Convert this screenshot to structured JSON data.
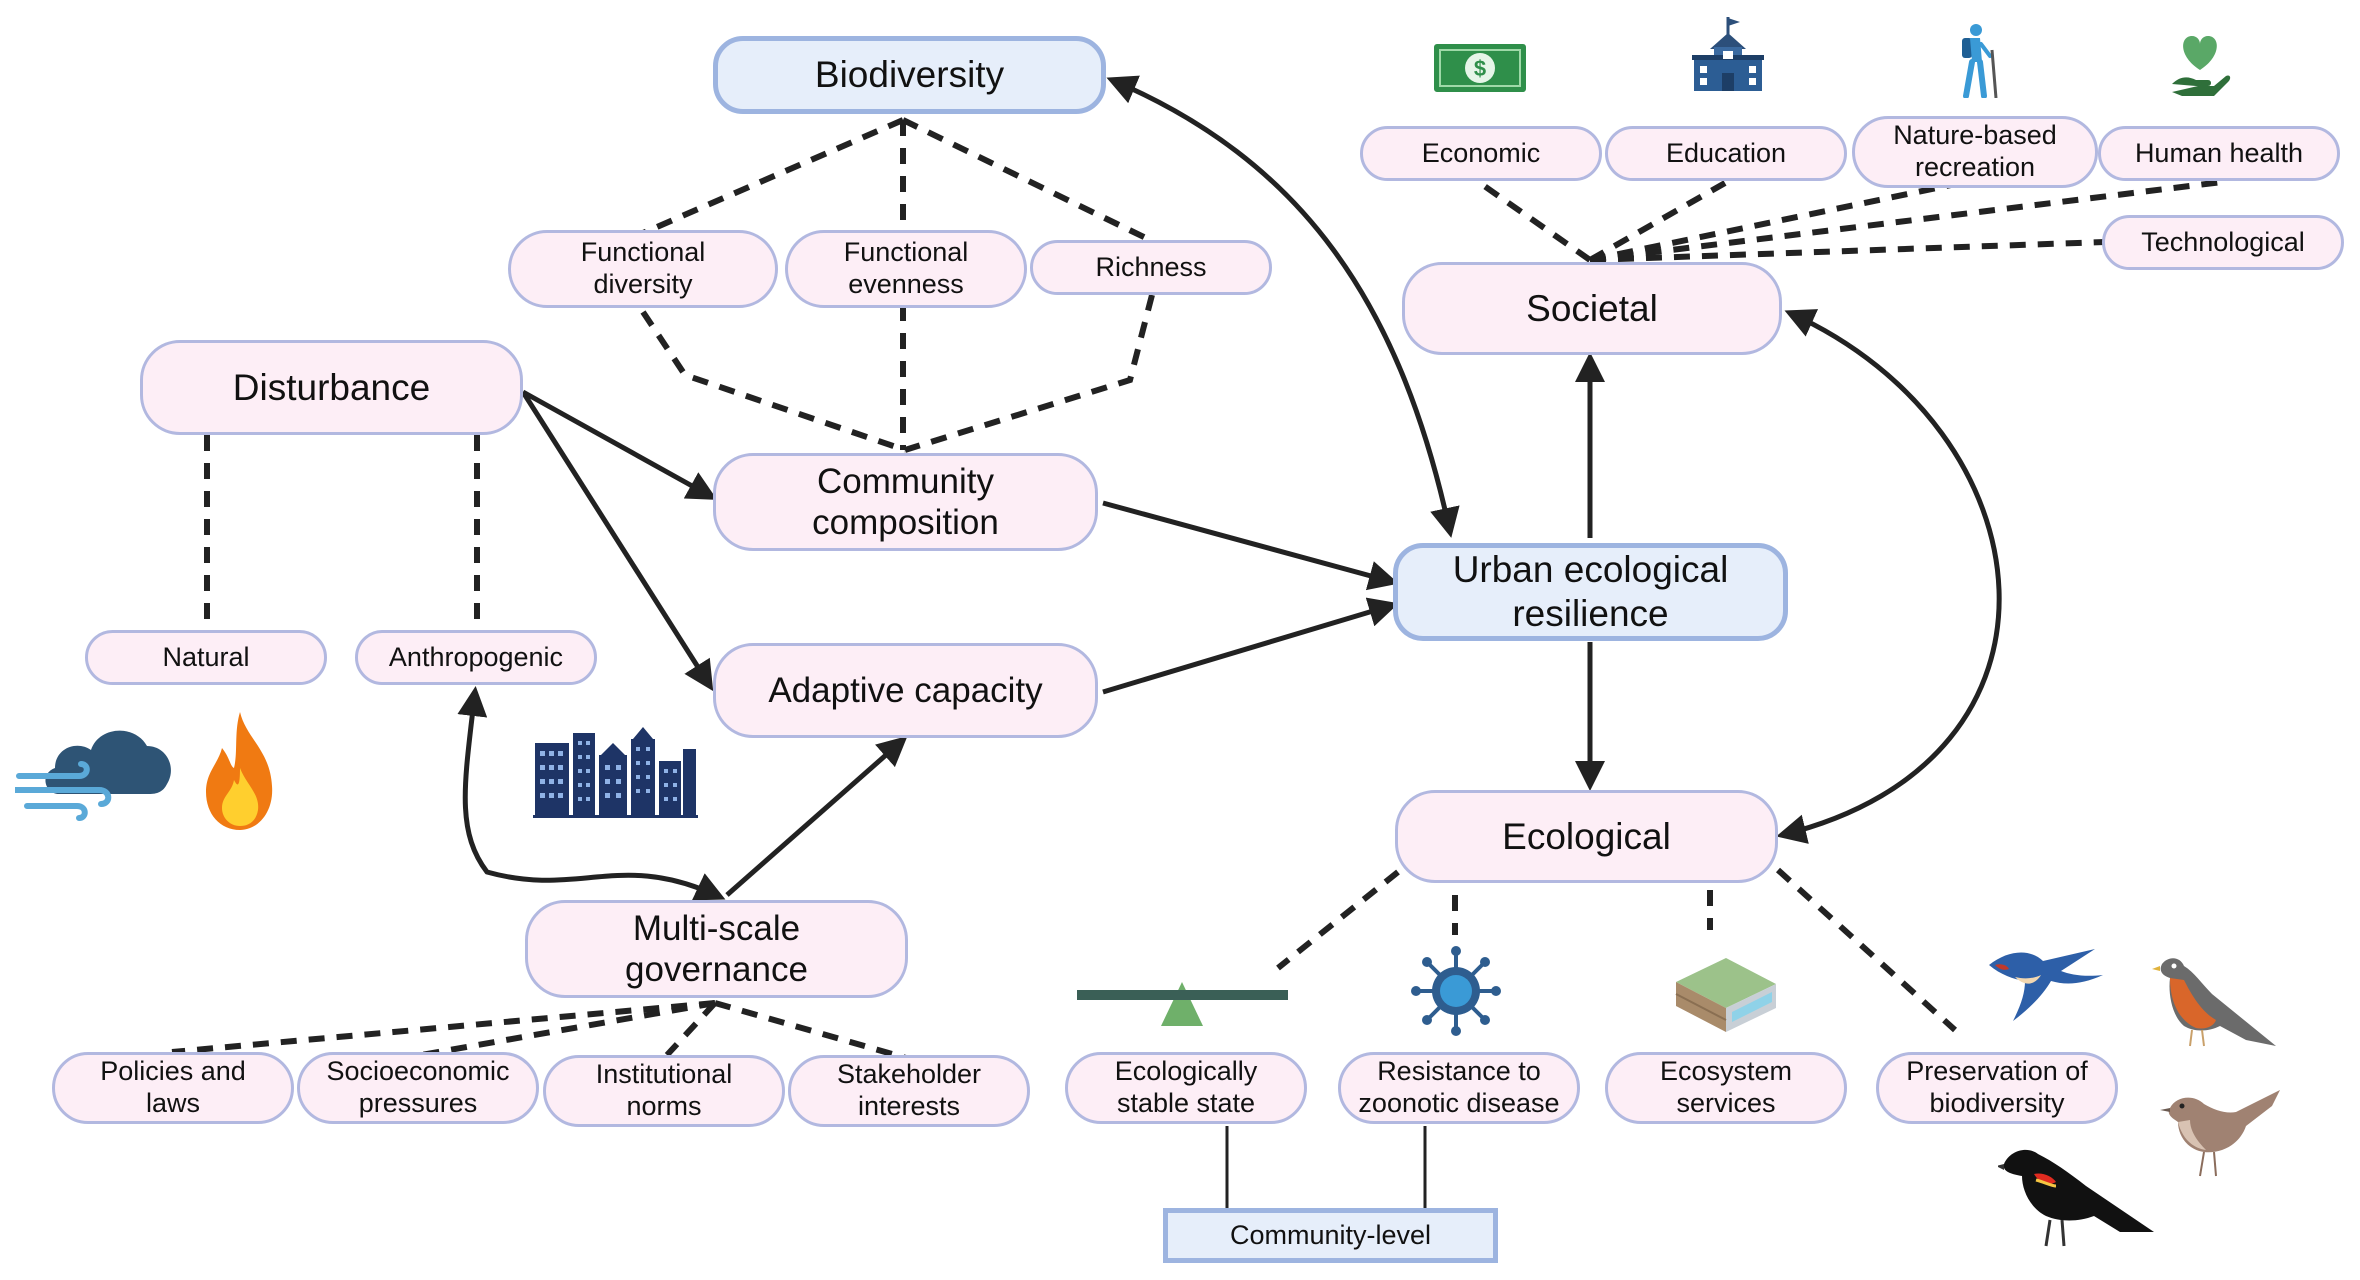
{
  "nodes": {
    "biodiversity": "Biodiversity",
    "functional_diversity": "Functional\ndiversity",
    "functional_evenness": "Functional\nevenness",
    "richness": "Richness",
    "disturbance": "Disturbance",
    "natural": "Natural",
    "anthropogenic": "Anthropogenic",
    "community_composition": "Community\ncomposition",
    "adaptive_capacity": "Adaptive capacity",
    "multi_scale_governance": "Multi-scale\ngovernance",
    "policies_laws": "Policies and\nlaws",
    "socioeconomic_pressures": "Socioeconomic\npressures",
    "institutional_norms": "Institutional\nnorms",
    "stakeholder_interests": "Stakeholder\ninterests",
    "urban_ecological_resilience": "Urban ecological\nresilience",
    "societal": "Societal",
    "economic": "Economic",
    "education": "Education",
    "nature_based_recreation": "Nature-based\nrecreation",
    "human_health": "Human health",
    "technological": "Technological",
    "ecological": "Ecological",
    "ecologically_stable_state": "Ecologically\nstable state",
    "resistance_zoonotic": "Resistance to\nzoonotic disease",
    "ecosystem_services": "Ecosystem\nservices",
    "preservation_biodiversity": "Preservation of\nbiodiversity",
    "community_level": "Community-level"
  },
  "icons": [
    "money-icon",
    "school-icon",
    "hiker-icon",
    "heart-hand-icon",
    "wind-cloud-icon",
    "fire-icon",
    "city-buildings-icon",
    "seesaw-icon",
    "virus-icon",
    "soil-layer-icon",
    "swallow-icon",
    "robin-icon",
    "wren-icon",
    "blackbird-icon"
  ],
  "colors": {
    "node_fill": "#fdeef6",
    "node_border": "#b2b8e0",
    "core_fill": "#e6eefa",
    "core_border": "#9db4e0",
    "line": "#222222"
  }
}
